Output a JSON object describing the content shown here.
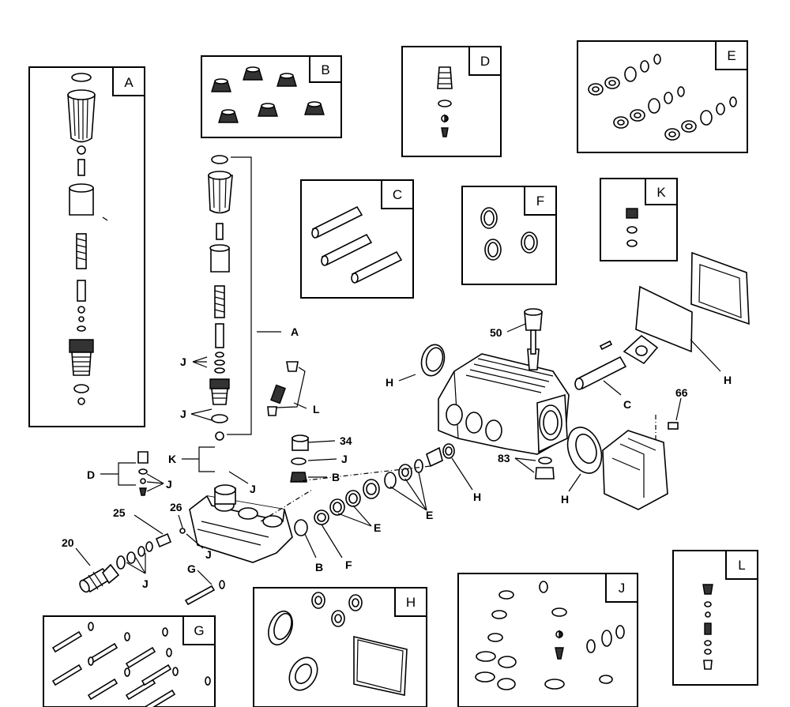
{
  "kits": [
    {
      "id": "kit-a",
      "label": "A"
    },
    {
      "id": "kit-b",
      "label": "B"
    },
    {
      "id": "kit-d",
      "label": "D"
    },
    {
      "id": "kit-e",
      "label": "E"
    },
    {
      "id": "kit-c",
      "label": "C"
    },
    {
      "id": "kit-f",
      "label": "F"
    },
    {
      "id": "kit-k",
      "label": "K"
    },
    {
      "id": "kit-h",
      "label": "H"
    },
    {
      "id": "kit-j",
      "label": "J"
    },
    {
      "id": "kit-l",
      "label": "L"
    },
    {
      "id": "kit-g",
      "label": "G"
    }
  ],
  "callouts": {
    "a": "A",
    "j1": "J",
    "j2": "J",
    "l": "L",
    "k": "K",
    "j3": "J",
    "d": "D",
    "j4": "J",
    "n34": "34",
    "j5": "J",
    "b1": "B",
    "n25": "25",
    "n26": "26",
    "n20": "20",
    "j6": "J",
    "j7": "J",
    "g": "G",
    "b2": "B",
    "f": "F",
    "e1": "E",
    "e2": "E",
    "h1": "H",
    "h2": "H",
    "h3": "H",
    "h4": "H",
    "n50": "50",
    "c": "C",
    "n66": "66",
    "n83": "83"
  }
}
